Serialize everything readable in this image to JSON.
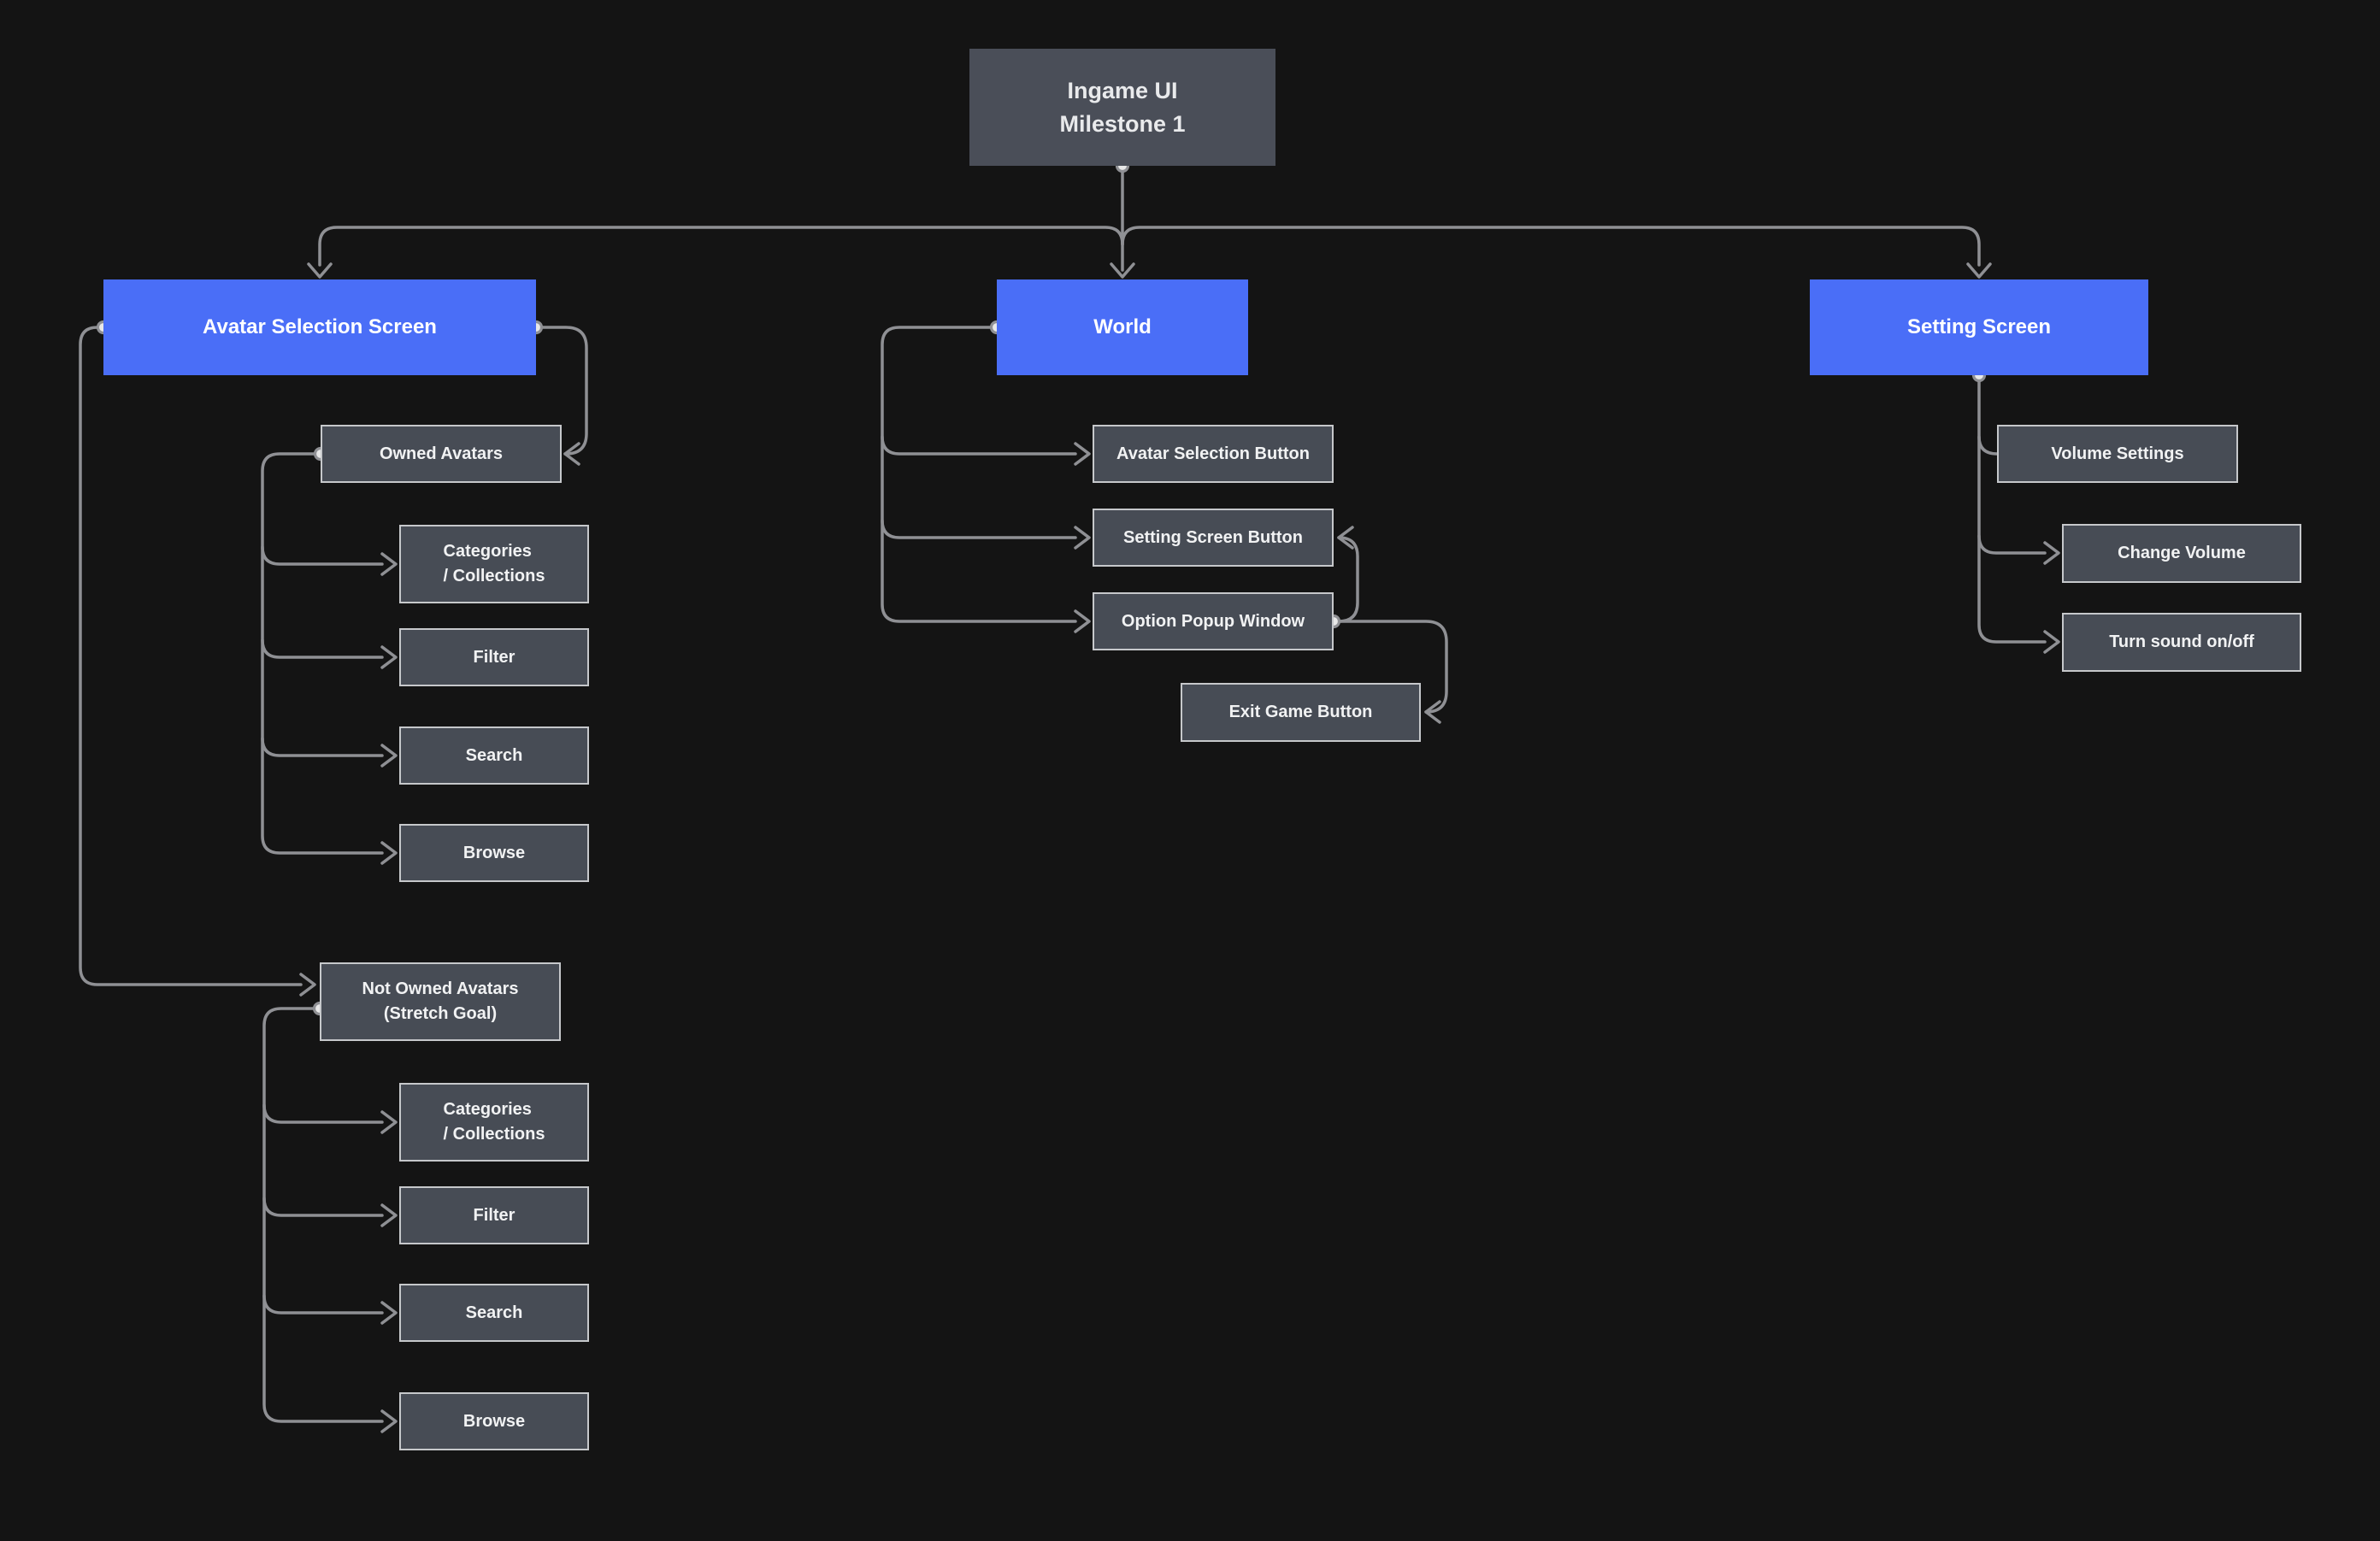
{
  "colors": {
    "background": "#141414",
    "hub-fill": "#4a4e58",
    "primary-fill": "#4a6ef7",
    "secondary-fill": "#474c55",
    "node-border": "#c6c8cb",
    "connector": "#8f9094",
    "dot-fill": "#e8e8e8",
    "text-primary": "#ffffff",
    "text-secondary": "#f1f2f3",
    "text-hub": "#e9eaec"
  },
  "nodes": {
    "top": {
      "line1": "Ingame UI",
      "line2": "Milestone 1"
    },
    "avatar_screen": {
      "label": "Avatar Selection Screen"
    },
    "world": {
      "label": "World"
    },
    "setting_screen": {
      "label": "Setting Screen"
    },
    "owned_avatars": {
      "label": "Owned Avatars"
    },
    "categories_owned": {
      "line1": "Categories",
      "line2": "/ Collections"
    },
    "filter_owned": {
      "label": "Filter"
    },
    "search_owned": {
      "label": "Search"
    },
    "browse_owned": {
      "label": "Browse"
    },
    "not_owned": {
      "line1": "Not Owned Avatars",
      "line2": "(Stretch Goal)"
    },
    "categories_not_owned": {
      "line1": "Categories",
      "line2": "/ Collections"
    },
    "filter_not_owned": {
      "label": "Filter"
    },
    "search_not_owned": {
      "label": "Search"
    },
    "browse_not_owned": {
      "label": "Browse"
    },
    "avatar_selection_button": {
      "label": "Avatar Selection Button"
    },
    "setting_screen_button": {
      "label": "Setting Screen Button"
    },
    "option_popup_window": {
      "label": "Option Popup Window"
    },
    "exit_game_button": {
      "label": "Exit Game Button"
    },
    "volume_settings": {
      "label": "Volume Settings"
    },
    "change_volume": {
      "label": "Change Volume"
    },
    "turn_sound": {
      "label": "Turn sound on/off"
    }
  }
}
